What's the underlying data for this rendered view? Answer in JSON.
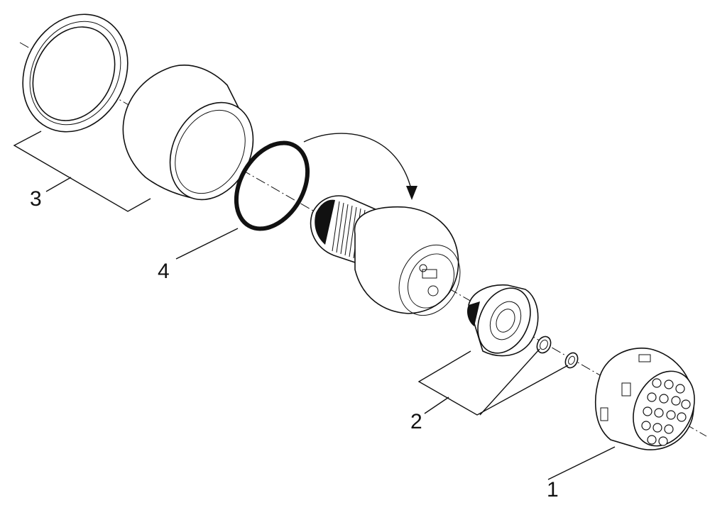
{
  "diagram": {
    "callouts": [
      {
        "id": "1",
        "text": "1"
      },
      {
        "id": "2",
        "text": "2"
      },
      {
        "id": "3",
        "text": "3"
      },
      {
        "id": "4",
        "text": "4"
      }
    ],
    "colors": {
      "line": "#111111",
      "background": "#ffffff"
    }
  }
}
